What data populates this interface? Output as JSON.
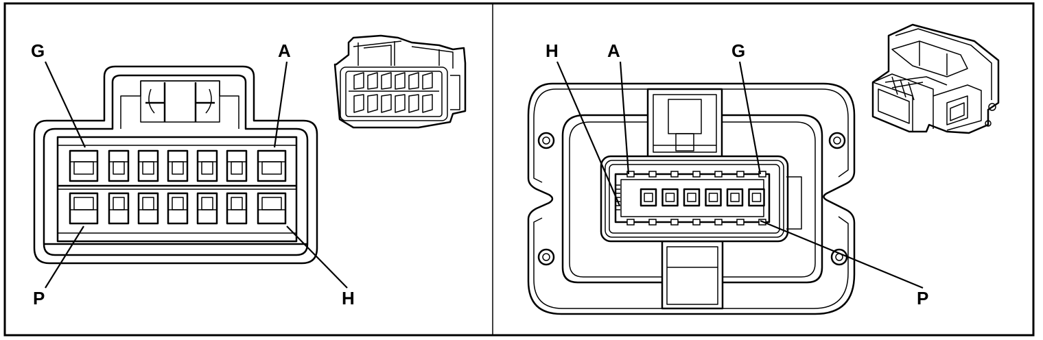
{
  "left_connector": {
    "labels": {
      "top_left": "G",
      "top_right": "A",
      "bottom_left": "P",
      "bottom_right": "H"
    }
  },
  "right_connector": {
    "labels": {
      "top_1": "H",
      "top_2": "A",
      "top_3": "G",
      "bottom_right": "P"
    }
  }
}
